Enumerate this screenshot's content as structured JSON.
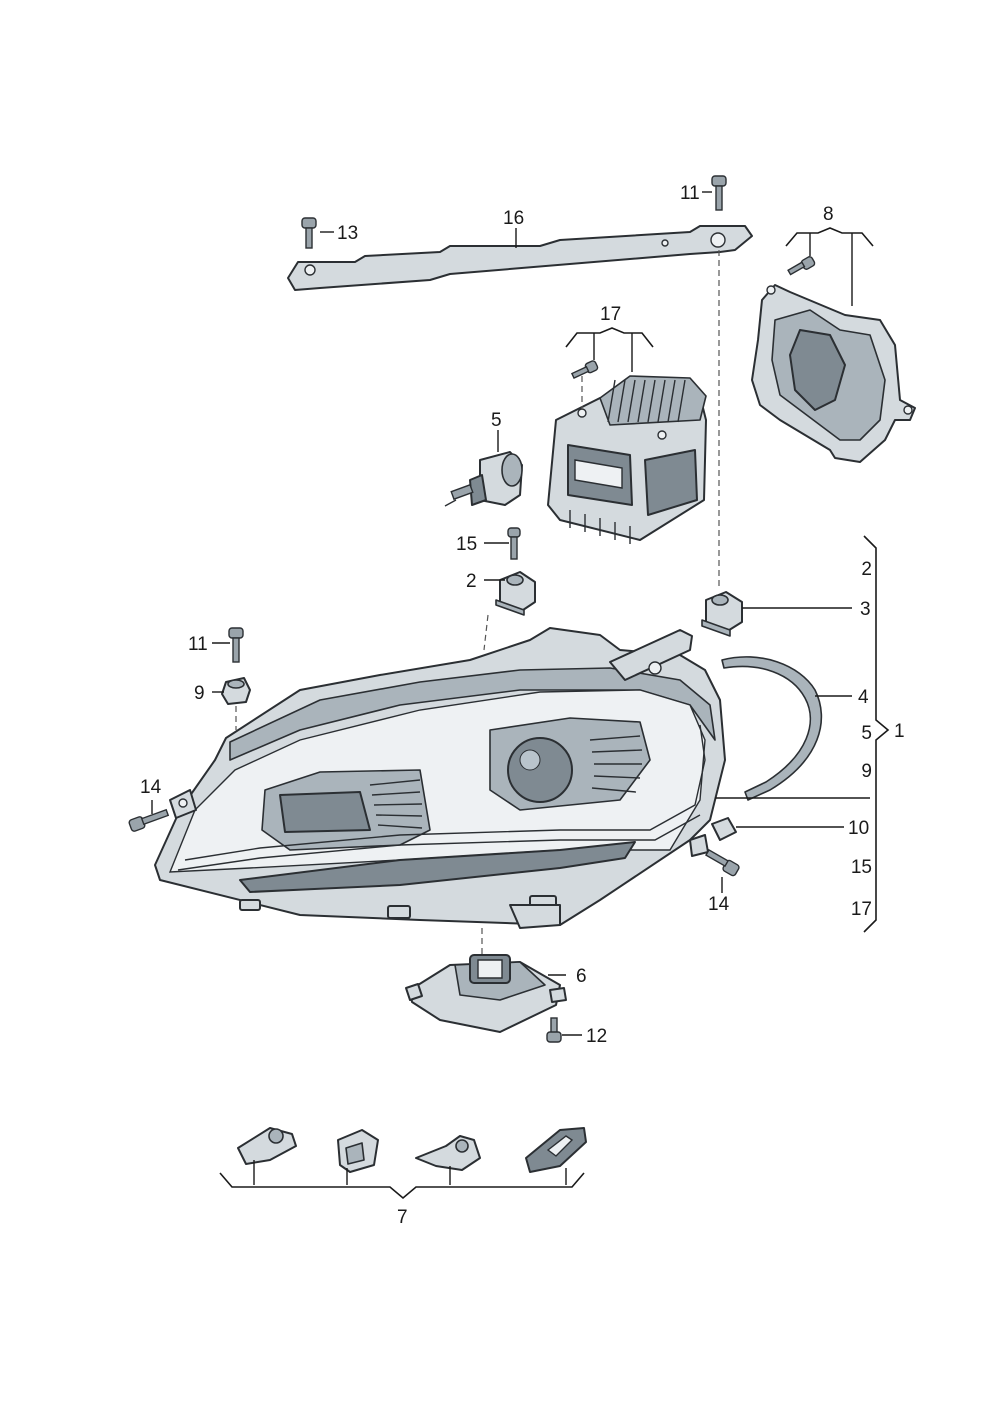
{
  "callouts": {
    "c11_top": "11",
    "c13": "13",
    "c16": "16",
    "c8": "8",
    "c17_top": "17",
    "c5_top": "5",
    "c15_left": "15",
    "c2_left": "2",
    "c11_left": "11",
    "c9_left": "9",
    "c14_left": "14",
    "c14_right": "14",
    "c6": "6",
    "c12": "12",
    "c7": "7",
    "c1": "1",
    "c3": "3",
    "c4": "4",
    "c10": "10"
  },
  "assembly_list": [
    "2",
    "3",
    "4",
    "5",
    "9",
    "10",
    "15",
    "17"
  ],
  "colors": {
    "line": "#1a1a1a",
    "part_fill": "#d4dade",
    "part_dark": "#7f8a92"
  }
}
